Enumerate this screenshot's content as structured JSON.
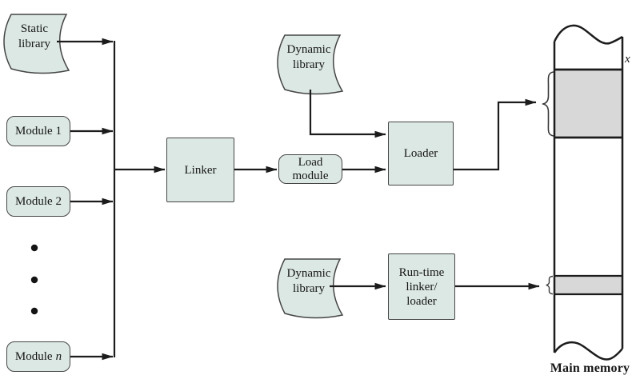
{
  "nodes": {
    "static_library": {
      "line1": "Static",
      "line2": "library"
    },
    "module_1": {
      "label": "Module 1"
    },
    "module_2": {
      "label": "Module 2"
    },
    "module_n": {
      "prefix": "Module",
      "suffix": "n"
    },
    "linker": {
      "label": "Linker"
    },
    "load_module": {
      "line1": "Load",
      "line2": "module"
    },
    "dynamic_library_top": {
      "line1": "Dynamic",
      "line2": "library"
    },
    "loader": {
      "label": "Loader"
    },
    "dynamic_library_bottom": {
      "line1": "Dynamic",
      "line2": "library"
    },
    "runtime_linker_loader": {
      "line1": "Run-time",
      "line2": "linker/",
      "line3": "loader"
    }
  },
  "memory": {
    "label": "Main memory",
    "address_label": "x"
  },
  "colors": {
    "node_fill": "#dce8e4",
    "node_border": "#454545",
    "line": "#1c1c1c",
    "memory_shade": "#d8d8d8"
  }
}
